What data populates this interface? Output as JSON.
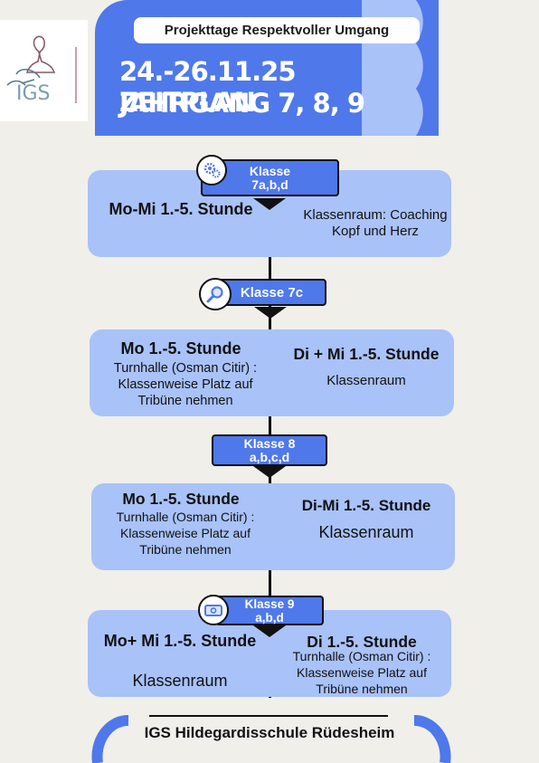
{
  "header": {
    "banner": "Projekttage Respektvoller Umgang",
    "title_line1": "24.-26.11.25 ZEITPLAN",
    "title_line2": "JAHRGANG 7, 8, 9",
    "logo_text": "IGS"
  },
  "sections": [
    {
      "label": [
        "Klasse",
        "7a,b,d"
      ],
      "icon": "gears-icon",
      "left": {
        "heading": "Mo-Mi 1.-5. Stunde",
        "text": ""
      },
      "right": {
        "heading": "",
        "text": "Klassenraum: Coaching Kopf und Herz"
      }
    },
    {
      "label": [
        "Klasse 7c"
      ],
      "icon": "magnifier-icon",
      "left": {
        "heading": "Mo 1.-5. Stunde",
        "text": "Turnhalle (Osman Citir) : Klassenweise Platz auf Tribüne nehmen"
      },
      "right": {
        "heading": "Di + Mi 1.-5. Stunde",
        "text": "Klassenraum"
      }
    },
    {
      "label": [
        "Klasse 8",
        "a,b,c,d"
      ],
      "icon": "",
      "left": {
        "heading": "Mo 1.-5. Stunde",
        "text": "Turnhalle (Osman Citir) : Klassenweise Platz auf Tribüne nehmen"
      },
      "right": {
        "heading": "Di-Mi 1.-5. Stunde",
        "text": "Klassenraum"
      }
    },
    {
      "label": [
        "Klasse 9",
        "a,b,d"
      ],
      "icon": "money-icon",
      "left": {
        "heading": "Mo+ Mi 1.-5. Stunde",
        "text": "Klassenraum"
      },
      "right": {
        "heading": "Di 1.-5. Stunde",
        "text": "Turnhalle (Osman Citir) : Klassenweise Platz auf Tribüne nehmen"
      }
    }
  ],
  "footer": {
    "text": "IGS Hildegardisschule Rüdesheim"
  },
  "colors": {
    "accent": "#4f78ea",
    "card": "#a9c2f8",
    "light_circle": "#a9c2f8",
    "background": "#f1efea"
  }
}
